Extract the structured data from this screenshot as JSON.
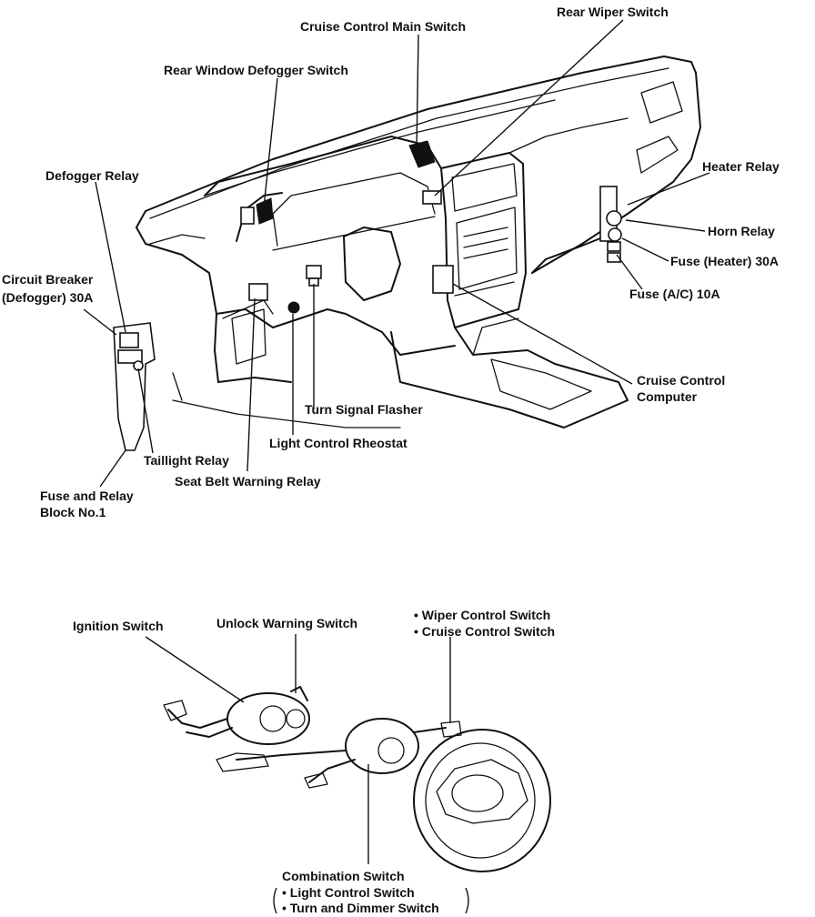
{
  "labels": {
    "cruise_main": "Cruise Control Main Switch",
    "rear_wiper": "Rear Wiper Switch",
    "rear_defogger": "Rear Window Defogger Switch",
    "defogger_relay": "Defogger Relay",
    "heater_relay": "Heater Relay",
    "horn_relay": "Horn Relay",
    "fuse_heater": "Fuse (Heater) 30A",
    "fuse_ac": "Fuse (A/C) 10A",
    "breaker_line1": "Circuit Breaker",
    "breaker_line2": "(Defogger) 30A",
    "cruise_computer_line1": "Cruise Control",
    "cruise_computer_line2": "Computer",
    "turn_flasher": "Turn Signal Flasher",
    "light_rheostat": "Light Control Rheostat",
    "taillight_relay": "Taillight Relay",
    "seatbelt_relay": "Seat Belt Warning Relay",
    "fuse_block_line1": "Fuse and Relay",
    "fuse_block_line2": "Block No.1",
    "ignition_switch": "Ignition Switch",
    "unlock_warning": "Unlock Warning Switch",
    "wiper_control": "• Wiper Control Switch",
    "cruise_control_switch": "• Cruise Control Switch",
    "combination_switch": "Combination Switch",
    "light_control_switch": "• Light Control Switch",
    "turn_dimmer_switch": "• Turn and Dimmer Switch"
  }
}
